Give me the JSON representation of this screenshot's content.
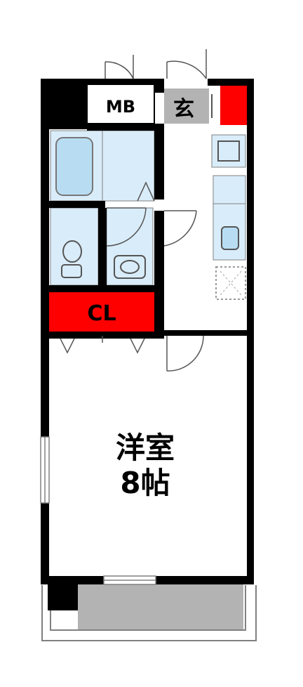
{
  "rooms": {
    "mb": {
      "label": "MB"
    },
    "genkan": {
      "label": "玄"
    },
    "closet": {
      "label": "CL"
    },
    "western_room": {
      "label_line1": "洋室",
      "label_line2": "8帖"
    }
  },
  "colors": {
    "wall": "#000000",
    "wet_area": "#d9ecf9",
    "fixture": "#b8ddf2",
    "closet": "#ff0000",
    "shoe_box": "#ff0000",
    "entry_floor": "#b3b3b3",
    "balcony": "#b3b3b3",
    "outline": "#808080"
  }
}
